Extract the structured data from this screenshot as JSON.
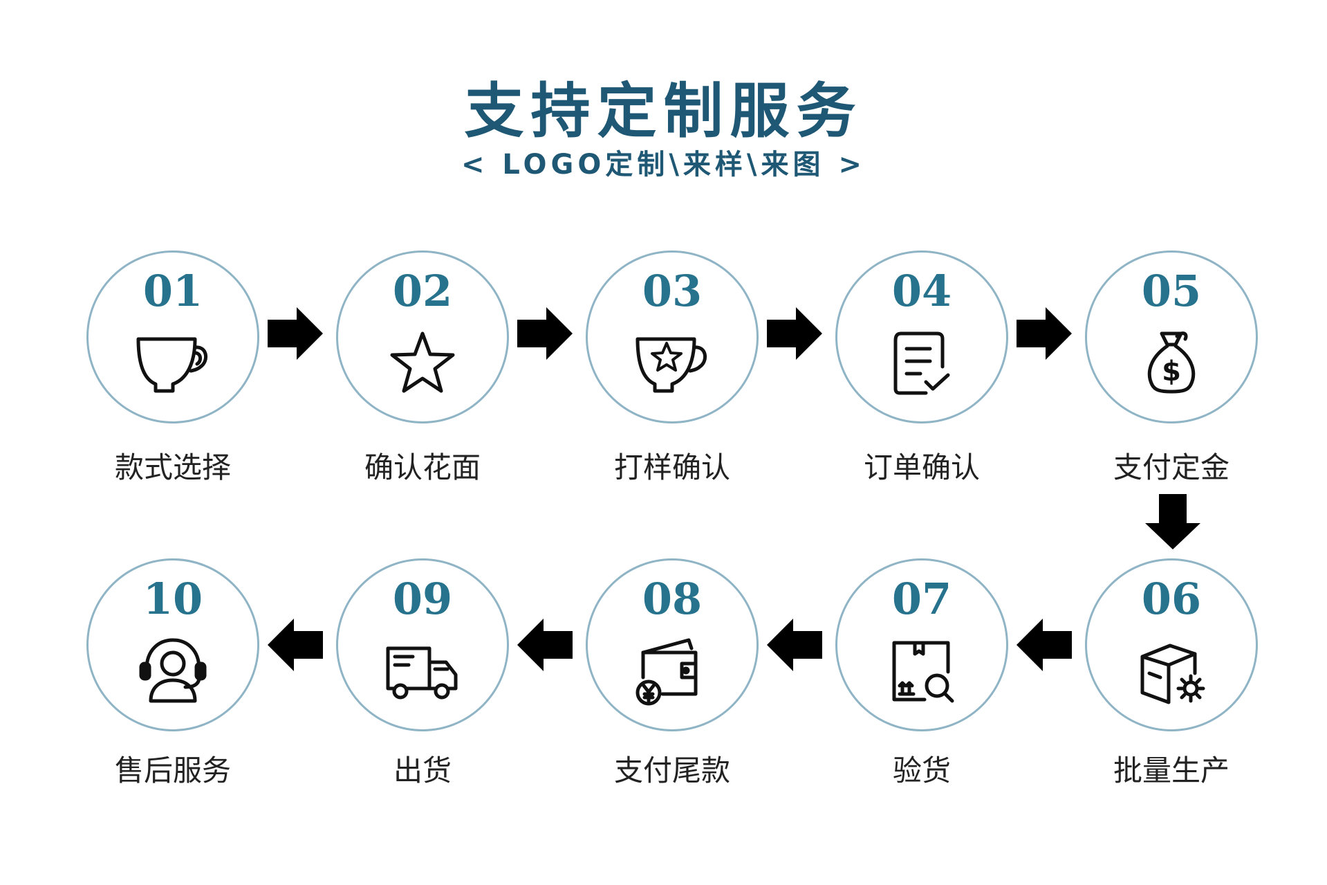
{
  "header": {
    "title": "支持定制服务",
    "subtitle": "< LOGO定制\\来样\\来图 >"
  },
  "steps": [
    {
      "num": "01",
      "label": "款式选择",
      "icon": "cup-icon"
    },
    {
      "num": "02",
      "label": "确认花面",
      "icon": "star-icon"
    },
    {
      "num": "03",
      "label": "打样确认",
      "icon": "cup-star-icon"
    },
    {
      "num": "04",
      "label": "订单确认",
      "icon": "document-check-icon"
    },
    {
      "num": "05",
      "label": "支付定金",
      "icon": "money-bag-icon"
    },
    {
      "num": "06",
      "label": "批量生产",
      "icon": "box-gear-icon"
    },
    {
      "num": "07",
      "label": "验货",
      "icon": "box-inspect-icon"
    },
    {
      "num": "08",
      "label": "支付尾款",
      "icon": "wallet-yen-icon"
    },
    {
      "num": "09",
      "label": "出货",
      "icon": "truck-icon"
    },
    {
      "num": "10",
      "label": "售后服务",
      "icon": "headset-support-icon"
    }
  ],
  "colors": {
    "title": "#1f5875",
    "number": "#27738d",
    "circle_border": "#8fb4c5",
    "arrow": "#000000",
    "label": "#222222"
  }
}
